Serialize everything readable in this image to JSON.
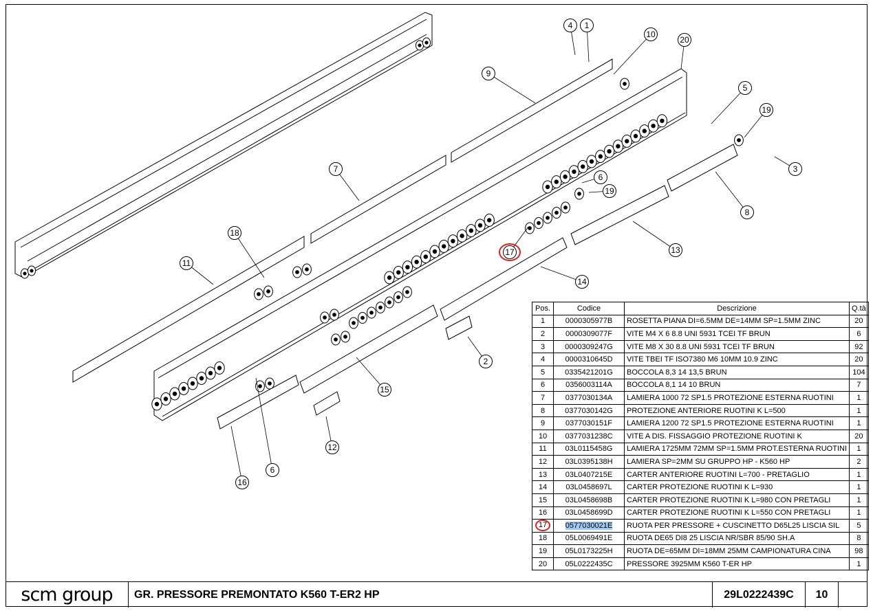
{
  "callouts": [
    {
      "label": "4"
    },
    {
      "label": "1"
    },
    {
      "label": "10"
    },
    {
      "label": "20"
    },
    {
      "label": "9"
    },
    {
      "label": "5"
    },
    {
      "label": "19"
    },
    {
      "label": "3"
    },
    {
      "label": "7"
    },
    {
      "label": "6"
    },
    {
      "label": "19"
    },
    {
      "label": "8"
    },
    {
      "label": "18"
    },
    {
      "label": "13"
    },
    {
      "label": "17"
    },
    {
      "label": "11"
    },
    {
      "label": "14"
    },
    {
      "label": "2"
    },
    {
      "label": "15"
    },
    {
      "label": "12"
    },
    {
      "label": "6"
    },
    {
      "label": "16"
    }
  ],
  "highlight_color": "#e02020",
  "selection_color": "#9ecbf5",
  "table": {
    "headers": {
      "pos": "Pos.",
      "code": "Codice",
      "desc": "Descrizione",
      "qty": "Q.tà"
    },
    "rows": [
      {
        "pos": "1",
        "code": "0000305977B",
        "desc": "ROSETTA PIANA DI=6.5MM DE=14MM SP=1.5MM ZINC",
        "qty": "20"
      },
      {
        "pos": "2",
        "code": "0000309077F",
        "desc": "VITE M4 X 6 8.8 UNI 5931 TCEI TF BRUN",
        "qty": "6"
      },
      {
        "pos": "3",
        "code": "0000309247G",
        "desc": "VITE M8 X 30 8.8 UNI 5931 TCEI TF BRUN",
        "qty": "92"
      },
      {
        "pos": "4",
        "code": "0000310645D",
        "desc": "VITE TBEI TF ISO7380 M6 10MM 10.9 ZINC",
        "qty": "20"
      },
      {
        "pos": "5",
        "code": "0335421201G",
        "desc": "BOCCOLA 8,3 14 13,5 BRUN",
        "qty": "104"
      },
      {
        "pos": "6",
        "code": "0356003114A",
        "desc": "BOCCOLA 8,1 14 10 BRUN",
        "qty": "7"
      },
      {
        "pos": "7",
        "code": "0377030134A",
        "desc": "LAMIERA 1000 72 SP1.5 PROTEZIONE ESTERNA RUOTINI",
        "qty": "1"
      },
      {
        "pos": "8",
        "code": "0377030142G",
        "desc": "PROTEZIONE ANTERIORE RUOTINI K L=500",
        "qty": "1"
      },
      {
        "pos": "9",
        "code": "0377030151F",
        "desc": "LAMIERA 1200 72 SP1.5 PROTEZIONE ESTERNA RUOTINI",
        "qty": "1"
      },
      {
        "pos": "10",
        "code": "0377031238C",
        "desc": "VITE A DIS. FISSAGGIO PROTEZIONE RUOTINI K",
        "qty": "20"
      },
      {
        "pos": "11",
        "code": "03L0115458G",
        "desc": "LAMIERA 1725MM 72MM SP=1.5MM PROT.ESTERNA RUOTINI",
        "qty": "1"
      },
      {
        "pos": "12",
        "code": "03L0395138H",
        "desc": "LAMIERA SP=2MM SU GRUPPO HP - K560 HP",
        "qty": "2"
      },
      {
        "pos": "13",
        "code": "03L0407215E",
        "desc": "CARTER ANTERIORE RUOTINI L=700 - PRETAGLIO",
        "qty": "1"
      },
      {
        "pos": "14",
        "code": "03L0458697L",
        "desc": "CARTER PROTEZIONE RUOTINI K L=930",
        "qty": "1"
      },
      {
        "pos": "15",
        "code": "03L0458698B",
        "desc": "CARTER PROTEZIONE RUOTINI K L=980 CON PRETAGLI",
        "qty": "1"
      },
      {
        "pos": "16",
        "code": "03L0458699D",
        "desc": "CARTER PROTEZIONE RUOTINI K L=550 CON PRETAGLI",
        "qty": "1"
      },
      {
        "pos": "17",
        "code": "0577030021E",
        "desc": "RUOTA PER PRESSORE + CUSCINETTO D65L25 LISCIA SIL",
        "qty": "5",
        "highlighted": true
      },
      {
        "pos": "18",
        "code": "05L0069491E",
        "desc": "RUOTA DE65 DI8 25 LISCIA NR/SBR 85/90 SH.A",
        "qty": "8"
      },
      {
        "pos": "19",
        "code": "05L0173225H",
        "desc": "RUOTA DE=65MM DI=18MM 25MM CAMPIONATURA CINA",
        "qty": "98"
      },
      {
        "pos": "20",
        "code": "05L0222435C",
        "desc": "PRESSORE 3925MM K560 T-ER HP",
        "qty": "1"
      }
    ]
  },
  "title_block": {
    "logo": "scm group",
    "title": "GR. PRESSORE PREMONTATO K560 T-ER2 HP",
    "code": "29L0222439C",
    "page": "10"
  }
}
